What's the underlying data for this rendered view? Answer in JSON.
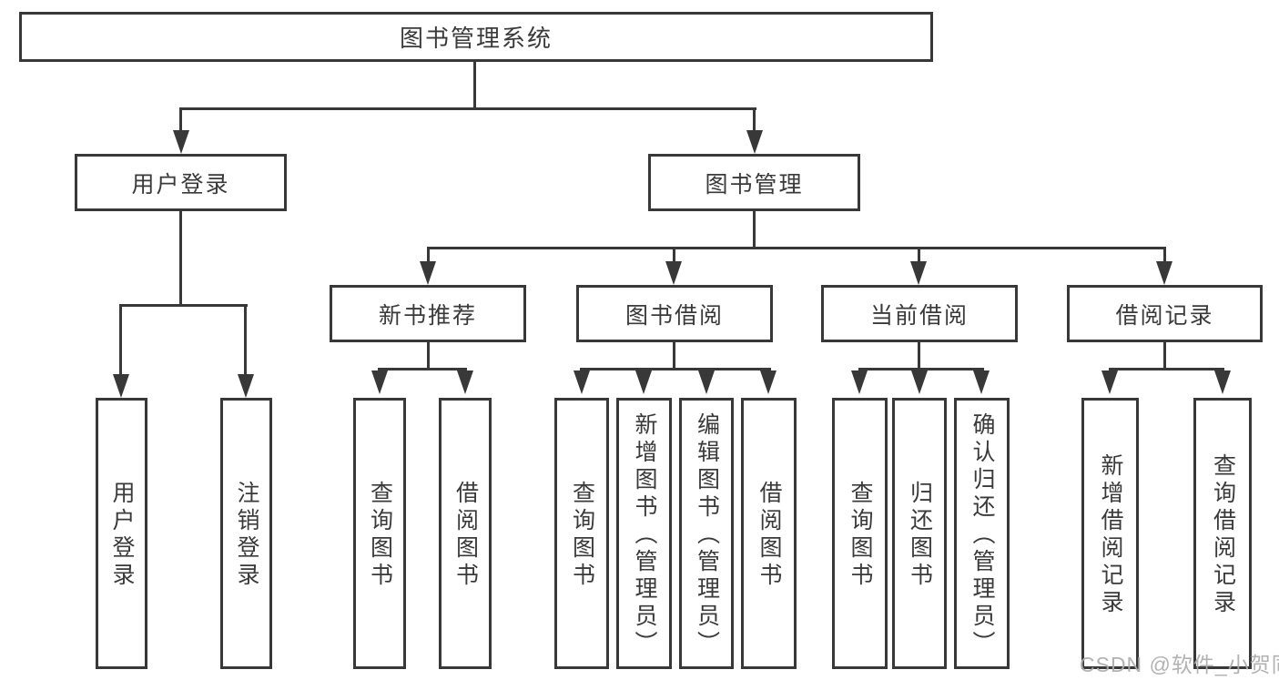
{
  "tree": {
    "root": {
      "label": "图书管理系统"
    },
    "children": [
      {
        "label": "用户登录",
        "children": [
          {
            "label": "用户登录"
          },
          {
            "label": "注销登录"
          }
        ]
      },
      {
        "label": "图书管理",
        "children": [
          {
            "label": "新书推荐",
            "children": [
              {
                "label": "查询图书"
              },
              {
                "label": "借阅图书"
              }
            ]
          },
          {
            "label": "图书借阅",
            "children": [
              {
                "label": "查询图书"
              },
              {
                "label": "新增图书（管理员）"
              },
              {
                "label": "编辑图书（管理员）"
              },
              {
                "label": "借阅图书"
              }
            ]
          },
          {
            "label": "当前借阅",
            "children": [
              {
                "label": "查询图书"
              },
              {
                "label": "归还图书"
              },
              {
                "label": "确认归还（管理员）"
              }
            ]
          },
          {
            "label": "借阅记录",
            "children": [
              {
                "label": "新增借阅记录"
              },
              {
                "label": "查询借阅记录"
              }
            ]
          }
        ]
      }
    ]
  },
  "watermark": "CSDN @软件_小贺同学",
  "colors": {
    "line": "#383838",
    "text": "#3a3a3a",
    "background": "#ffffff",
    "watermark": "#ababab"
  }
}
